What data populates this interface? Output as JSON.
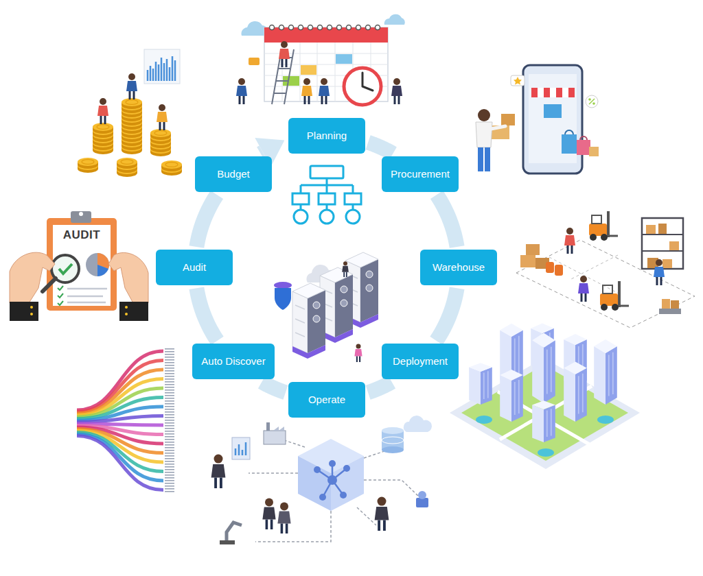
{
  "diagram": {
    "nodes": [
      {
        "text": [
          "Planning"
        ]
      },
      {
        "text": [
          "Procurement"
        ]
      },
      {
        "text": [
          "Warehouse"
        ]
      },
      {
        "text": [
          "Deployment"
        ]
      },
      {
        "text": [
          "Operate"
        ]
      },
      {
        "text": [
          "Auto Discover"
        ]
      },
      {
        "text": [
          "Audit"
        ]
      },
      {
        "text": [
          "Budget"
        ]
      }
    ],
    "edges": [
      {
        "from": 0,
        "to": 1,
        "arrow": "none"
      },
      {
        "from": 1,
        "to": 2,
        "arrow": "none"
      },
      {
        "from": 2,
        "to": 3,
        "arrow": "none"
      },
      {
        "from": 3,
        "to": 4,
        "arrow": "none"
      },
      {
        "from": 4,
        "to": 5,
        "arrow": "none"
      },
      {
        "from": 5,
        "to": 6,
        "arrow": "none"
      },
      {
        "from": 6,
        "to": 7,
        "arrow": "none"
      },
      {
        "from": 7,
        "to": 0,
        "arrow": "to"
      }
    ],
    "labels": [
      "AUDIT"
    ]
  }
}
